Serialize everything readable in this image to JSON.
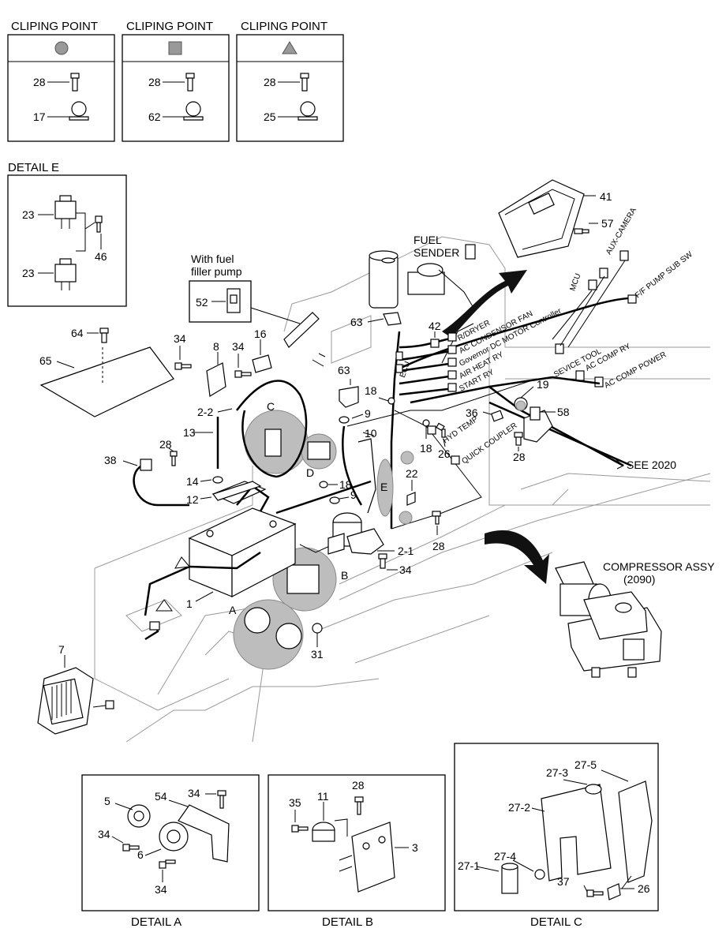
{
  "clip_points": [
    {
      "title": "CLIPING POINT",
      "symbol": "circle",
      "top_part": "28",
      "bottom_part": "17"
    },
    {
      "title": "CLIPING POINT",
      "symbol": "square",
      "top_part": "28",
      "bottom_part": "62"
    },
    {
      "title": "CLIPING POINT",
      "symbol": "triangle",
      "top_part": "28",
      "bottom_part": "25"
    }
  ],
  "detail_e": {
    "title": "DETAIL E",
    "parts": [
      "23",
      "46",
      "23"
    ]
  },
  "fuel_pump": {
    "line1": "With fuel",
    "line2": "filler pump",
    "part": "52"
  },
  "fuel_sender": {
    "line1": "FUEL",
    "line2": "SENDER"
  },
  "compressor": {
    "line1": "COMPRESSOR ASSY",
    "line2": "(2090)"
  },
  "see_note": "SEE 2020",
  "connectors": {
    "ecu": "ECU",
    "r_dryer": "R/DRYER",
    "ac_condensor_fan": "AC CONDENSOR FAN",
    "governor": "Governor DC MOTOR Controller",
    "air_heat": "AIR HEAT RY",
    "start": "START RY",
    "mcu": "MCU",
    "aux_camera": "AUX-CAMERA",
    "ff_pump": "F/F PUMP SUB SW",
    "service_tool": "SEVICE TOOL",
    "ac_comp_ry": "AC COMP RY",
    "ac_comp_power": "AC COMP POWER",
    "hyd_temp": "HYD TEMP",
    "quick_coupler": "QUICK COUPLER"
  },
  "main_labels": {
    "p41": "41",
    "p57": "57",
    "p42": "42",
    "p63a": "63",
    "p63b": "63",
    "p64": "64",
    "p65": "65",
    "p34a": "34",
    "p8": "8",
    "p34b": "34",
    "p16": "16",
    "p22": "2-2",
    "p13": "13",
    "p18a": "18",
    "p9a": "9",
    "p10": "10",
    "p18b": "18",
    "p26": "26",
    "p19": "19",
    "p36": "36",
    "p58": "58",
    "p28a": "28",
    "p38": "38",
    "p28b": "28",
    "p14": "14",
    "p12": "12",
    "p18c": "18",
    "p9b": "9",
    "p22b": "22",
    "p28c": "28",
    "p21": "2-1",
    "p34c": "34",
    "p1": "1",
    "p31": "31",
    "p7": "7",
    "lc": "C",
    "ld": "D",
    "le": "E",
    "lb": "B",
    "la": "A"
  },
  "detail_a": {
    "title": "DETAIL A",
    "parts": [
      "5",
      "54",
      "34",
      "34",
      "6",
      "34"
    ]
  },
  "detail_b": {
    "title": "DETAIL B",
    "parts": [
      "35",
      "11",
      "28",
      "3"
    ]
  },
  "detail_c": {
    "title": "DETAIL C",
    "parts": [
      "27-3",
      "27-5",
      "27-2",
      "27-4",
      "27-1",
      "37",
      "26"
    ]
  }
}
